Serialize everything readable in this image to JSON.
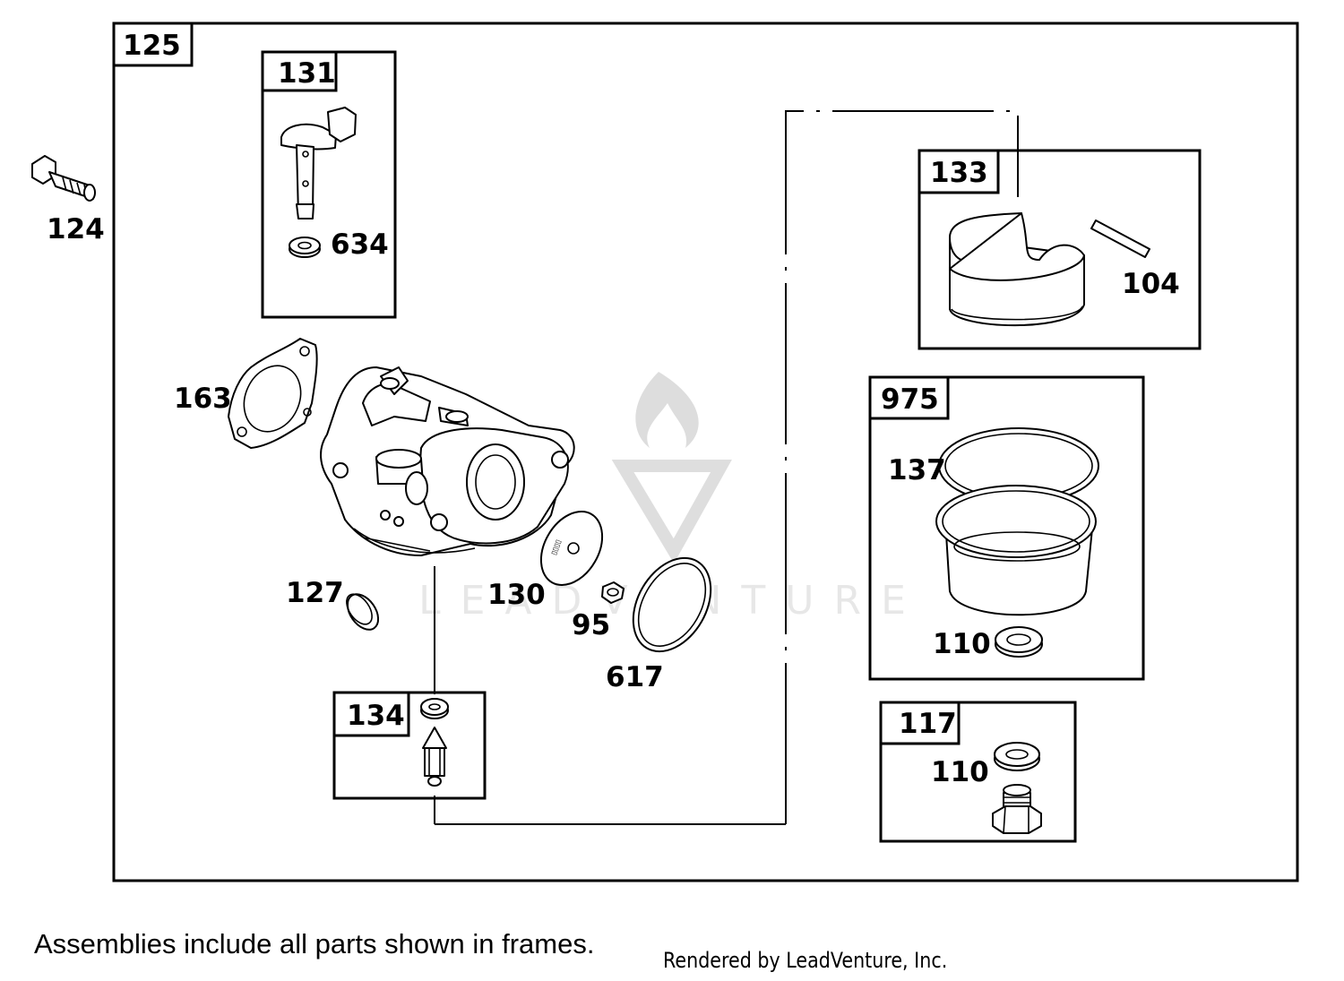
{
  "diagram": {
    "frames": {
      "main": "125",
      "choke": "131",
      "float": "133",
      "bowl": "975",
      "needle": "134",
      "drain": "117"
    },
    "callouts": {
      "p124": "124",
      "p634": "634",
      "p104": "104",
      "p163": "163",
      "p137": "137",
      "p127": "127",
      "p130": "130",
      "p95": "95",
      "p617": "617",
      "p110_bowl": "110",
      "p110_drain": "110"
    },
    "watermark": "LEADVENTURE"
  },
  "footer": {
    "note": "Assemblies include all parts shown in frames.",
    "credit": "Rendered by LeadVenture, Inc."
  }
}
